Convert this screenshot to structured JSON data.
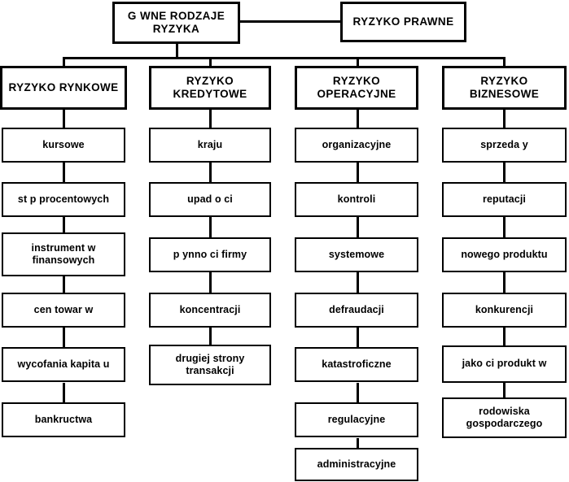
{
  "diagram": {
    "title": "G   WNE RODZAJE\nRYZYKA",
    "side_node": "RYZYKO PRAWNE",
    "columns": [
      {
        "header": "RYZYKO RYNKOWE",
        "items": [
          "kursowe",
          "st  p procentowych",
          "instrument  w\nfinansowych",
          "cen towar  w",
          "wycofania kapita u",
          "bankructwa"
        ]
      },
      {
        "header": "RYZYKO\nKREDYTOWE",
        "items": [
          "kraju",
          "upad o  ci",
          "p ynno  ci firmy",
          "koncentracji",
          "drugiej strony\ntransakcji"
        ]
      },
      {
        "header": "RYZYKO\nOPERACYJNE",
        "items": [
          "organizacyjne",
          "kontroli",
          "systemowe",
          "defraudacji",
          "katastroficzne",
          "regulacyjne",
          "administracyjne"
        ]
      },
      {
        "header": "RYZYKO\nBIZNESOWE",
        "items": [
          "sprzeda y",
          "reputacji",
          "nowego produktu",
          "konkurencji",
          "jako  ci produkt  w",
          " rodowiska\ngospodarczego"
        ]
      }
    ],
    "colors": {
      "background": "#ffffff",
      "line": "#000000",
      "text": "#000000"
    }
  }
}
